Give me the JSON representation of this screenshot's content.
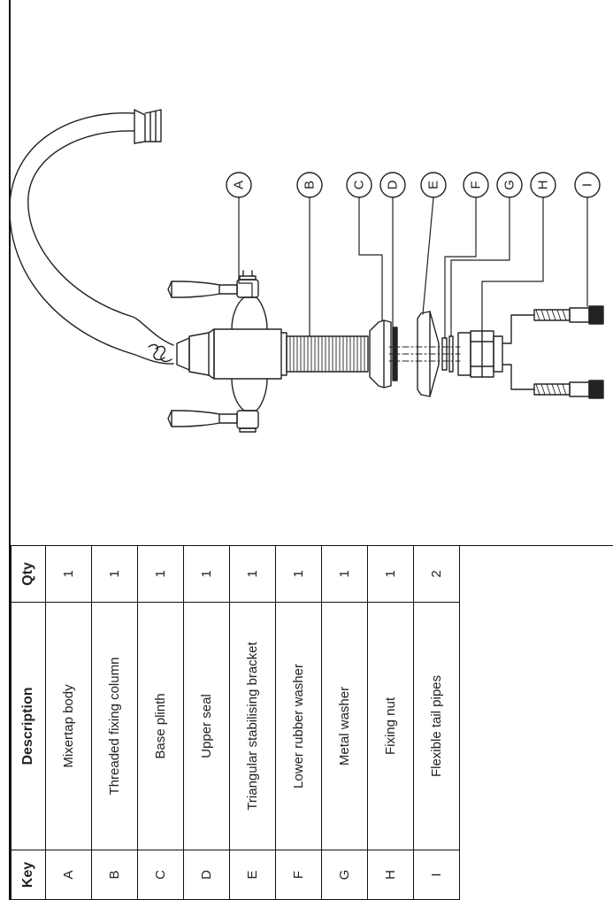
{
  "table": {
    "headers": {
      "key": "Key",
      "description": "Description",
      "qty": "Qty"
    },
    "rows": [
      {
        "key": "A",
        "description": "Mixertap body",
        "qty": "1"
      },
      {
        "key": "B",
        "description": "Threaded fixing column",
        "qty": "1"
      },
      {
        "key": "C",
        "description": "Base plinth",
        "qty": "1"
      },
      {
        "key": "D",
        "description": "Upper seal",
        "qty": "1"
      },
      {
        "key": "E",
        "description": "Triangular stabilising bracket",
        "qty": "1"
      },
      {
        "key": "F",
        "description": "Lower rubber washer",
        "qty": "1"
      },
      {
        "key": "G",
        "description": "Metal washer",
        "qty": "1"
      },
      {
        "key": "H",
        "description": "Fixing nut",
        "qty": "1"
      },
      {
        "key": "I",
        "description": "Flexible tail pipes",
        "qty": "2"
      }
    ]
  },
  "callouts": [
    "A",
    "B",
    "C",
    "D",
    "E",
    "F",
    "G",
    "H",
    "I"
  ]
}
